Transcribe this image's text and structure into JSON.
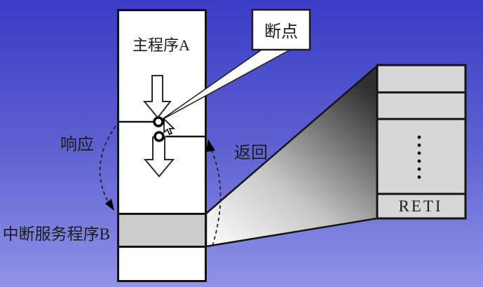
{
  "diagram": {
    "title": "interrupt-response-and-return-diagram",
    "labels": {
      "main_program": "主程序A",
      "breakpoint": "断点",
      "respond": "响应",
      "return": "返回",
      "isr": "中断服务程序B",
      "reti": "RETI"
    },
    "icons": {
      "cursor": "mouse-cursor-icon",
      "breakpoint_marker": "breakpoint-circle-icon",
      "flow_arrow": "down-block-arrow-icon",
      "ellipsis": "vertical-ellipsis-dots"
    },
    "colors": {
      "background_top": "#3a3cc5",
      "background_bottom": "#9093e6",
      "program_box_fill": "#fefefe",
      "isr_band_fill": "#cbcbcb",
      "memory_box_fill": "#d7d7d7",
      "outline": "#141414",
      "text": "#1c1c1c",
      "funnel_light": "#ffffff",
      "funnel_dark": "#303030"
    }
  }
}
